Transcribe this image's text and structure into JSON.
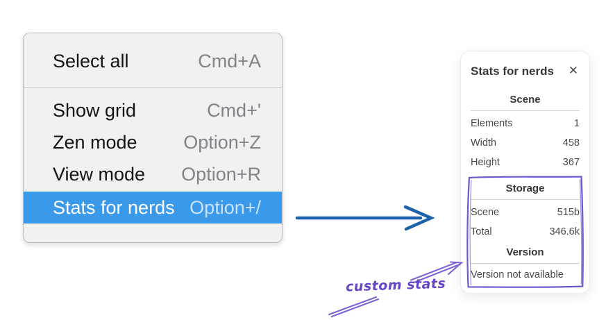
{
  "menu": {
    "items": [
      {
        "label": "Select all",
        "shortcut": "Cmd+A",
        "selected": false
      },
      {
        "label": "Show grid",
        "shortcut": "Cmd+'",
        "selected": false
      },
      {
        "label": "Zen mode",
        "shortcut": "Option+Z",
        "selected": false
      },
      {
        "label": "View mode",
        "shortcut": "Option+R",
        "selected": false
      },
      {
        "label": "Stats for nerds",
        "shortcut": "Option+/",
        "selected": true
      }
    ]
  },
  "panel": {
    "title": "Stats for nerds",
    "close_icon": "✕",
    "sections": [
      {
        "heading": "Scene",
        "rows": [
          {
            "label": "Elements",
            "value": "1"
          },
          {
            "label": "Width",
            "value": "458"
          },
          {
            "label": "Height",
            "value": "367"
          }
        ]
      },
      {
        "heading": "Storage",
        "rows": [
          {
            "label": "Scene",
            "value": "515b"
          },
          {
            "label": "Total",
            "value": "346.6k"
          }
        ]
      },
      {
        "heading": "Version",
        "note": "Version not available"
      }
    ]
  },
  "annotations": {
    "label": "custom stats"
  },
  "colors": {
    "menu_highlight": "#3b99ea",
    "menu_background": "#f1f1f2",
    "arrow_blue": "#1d60ac",
    "annotation_purple": "#7157cd",
    "annotation_text_purple": "#6444c7"
  }
}
